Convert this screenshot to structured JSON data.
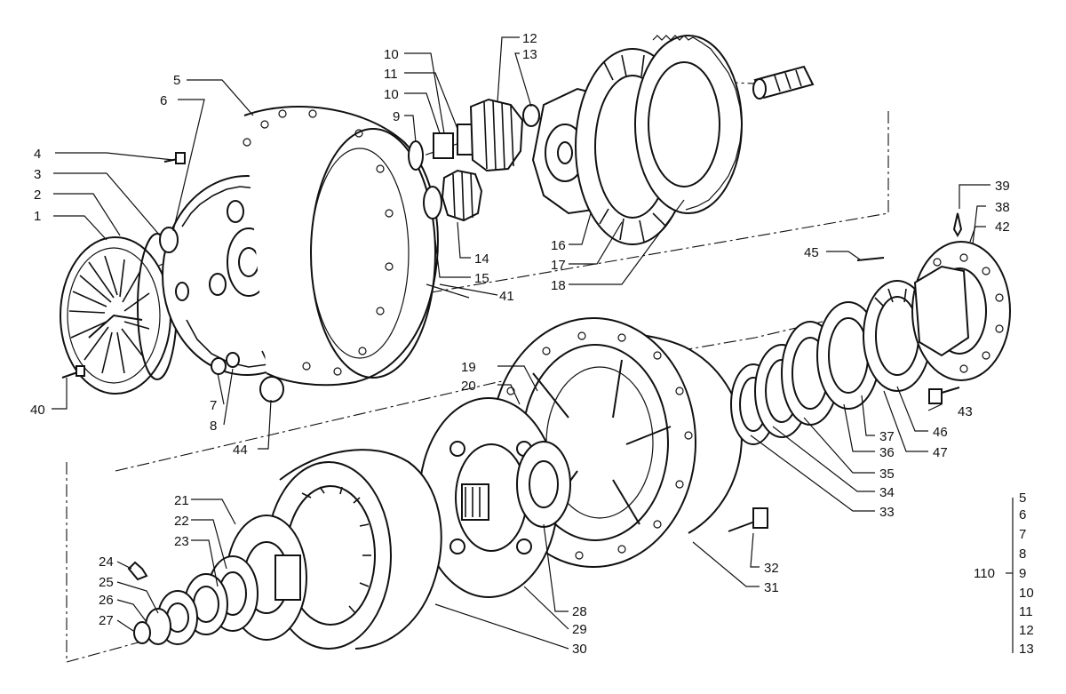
{
  "callouts": [
    "1",
    "2",
    "3",
    "4",
    "5",
    "6",
    "7",
    "8",
    "9",
    "10",
    "11",
    "10",
    "12",
    "13",
    "14",
    "15",
    "16",
    "17",
    "18",
    "19",
    "20",
    "21",
    "22",
    "23",
    "24",
    "25",
    "26",
    "27",
    "28",
    "29",
    "30",
    "31",
    "32",
    "33",
    "34",
    "35",
    "36",
    "37",
    "38",
    "39",
    "40",
    "41",
    "42",
    "43",
    "44",
    "45",
    "46",
    "47"
  ],
  "kit": {
    "number": "110",
    "items": [
      "5",
      "6",
      "7",
      "8",
      "9",
      "10",
      "11",
      "12",
      "13"
    ]
  }
}
